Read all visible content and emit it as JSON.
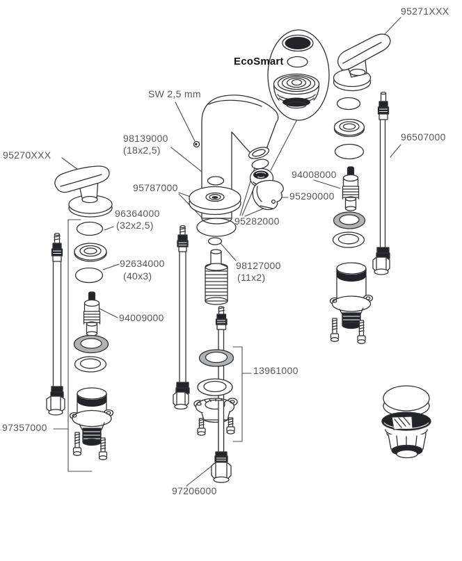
{
  "diagram": {
    "kind": "exploded-parts-diagram",
    "subject": "3-hole basin mixer spare parts",
    "ink_color": "#313235",
    "label_color": "#56575a",
    "labels": {
      "p95271": "95271XXX",
      "ecosmart": "EcoSmart",
      "sw": "SW 2,5 mm",
      "p98139": "98139000",
      "p98139_size": "(18x2,5)",
      "p95270": "95270XXX",
      "p95787": "95787000",
      "p96364": "96364000",
      "p96364_size": "(32x2,5)",
      "p92634": "92634000",
      "p92634_size": "(40x3)",
      "p94009": "94009000",
      "p94008": "94008000",
      "p95290": "95290000",
      "p95282": "95282000",
      "p98127": "98127000",
      "p98127_size": "(11x2)",
      "p96507": "96507000",
      "p13961": "13961000",
      "p97357": "97357000",
      "p97206": "97206000"
    }
  }
}
